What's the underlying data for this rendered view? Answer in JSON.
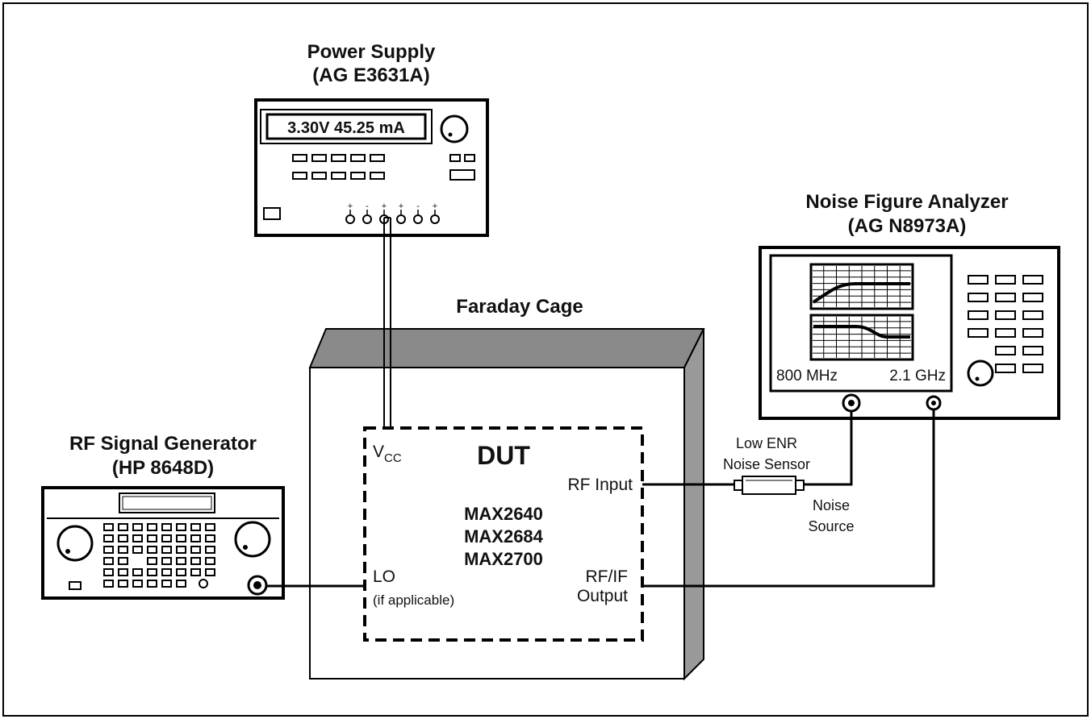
{
  "power_supply": {
    "title": "Power Supply",
    "model": "(AG E3631A)",
    "display": "3.30V  45.25 mA"
  },
  "noise_figure_analyzer": {
    "title": "Noise Figure Analyzer",
    "model": "(AG N8973A)",
    "freq_start": "800 MHz",
    "freq_stop": "2.1 GHz"
  },
  "rf_signal_generator": {
    "title": "RF Signal Generator",
    "model": "(HP 8648D)"
  },
  "faraday_cage": {
    "label": "Faraday Cage"
  },
  "dut": {
    "title": "DUT",
    "parts": [
      "MAX2640",
      "MAX2684",
      "MAX2700"
    ],
    "vcc_main": "V",
    "vcc_sub": "CC",
    "rf_input": "RF Input",
    "lo": "LO",
    "lo_note": "(if applicable)",
    "rfif_line1": "RF/IF",
    "rfif_line2": "Output"
  },
  "noise_sensor": {
    "line1": "Low ENR",
    "line2": "Noise Sensor",
    "source_line1": "Noise",
    "source_line2": "Source"
  }
}
